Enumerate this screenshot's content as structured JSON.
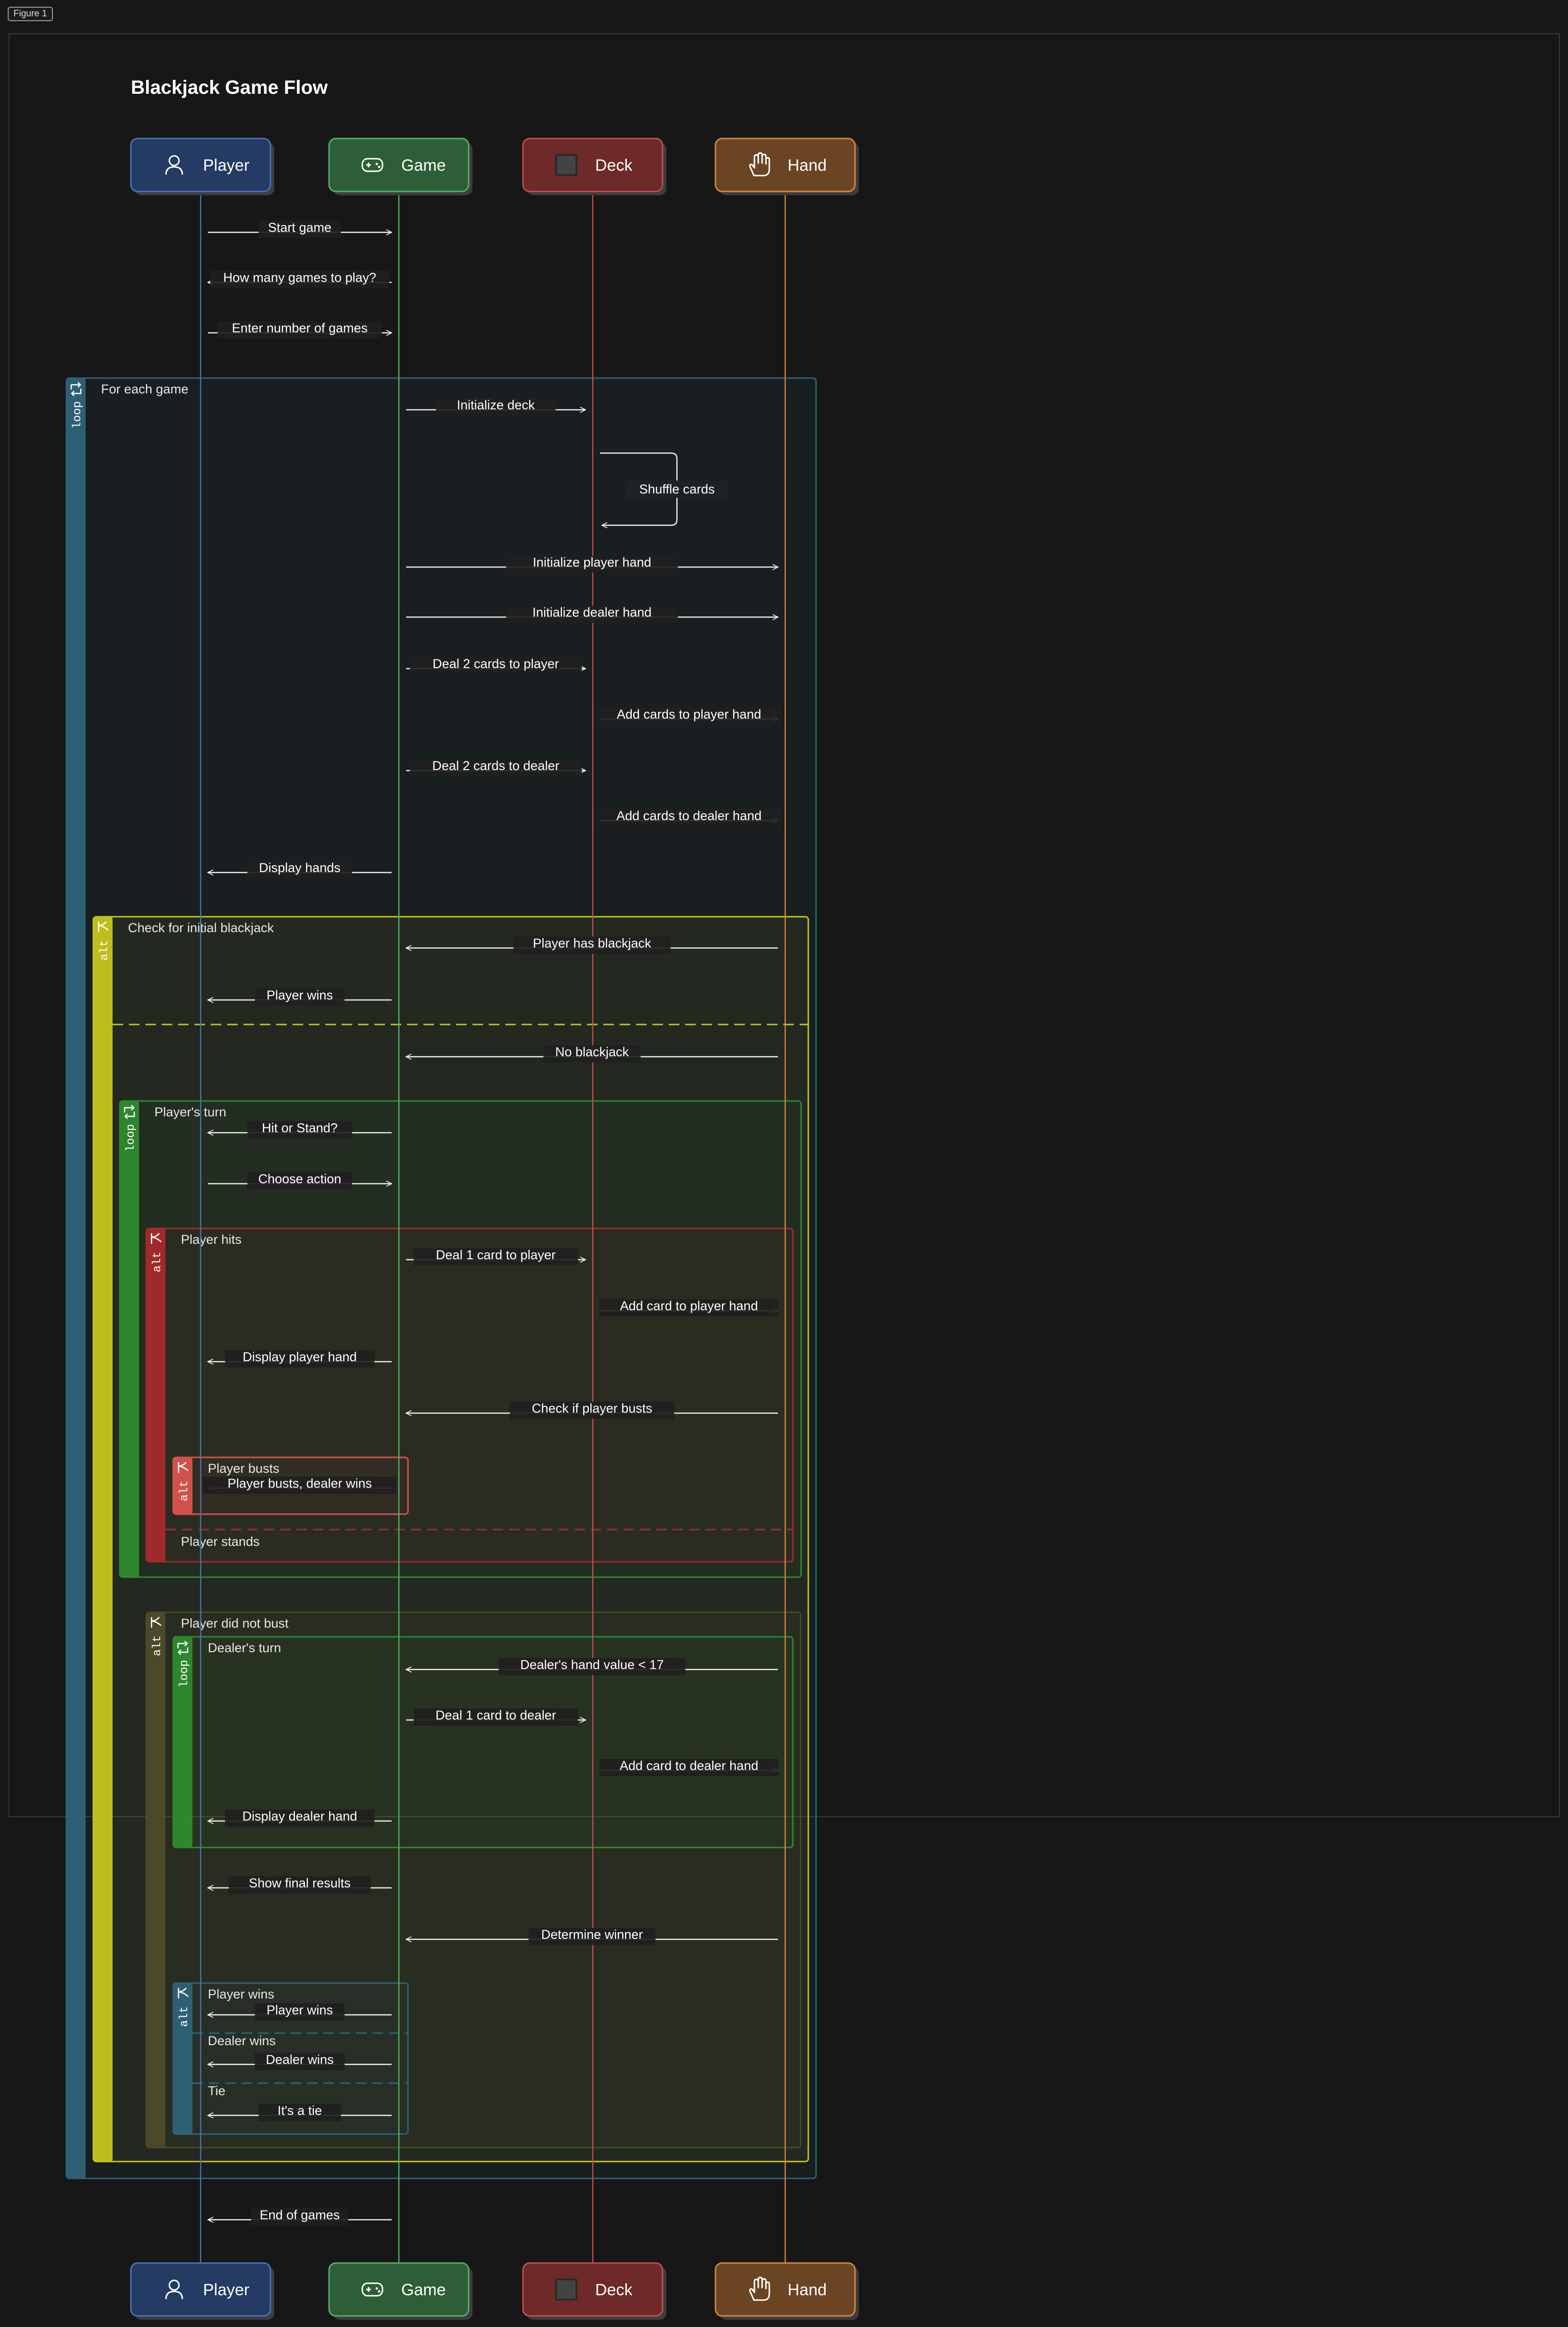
{
  "figure_tab": "Figure 1",
  "title": "Blackjack Game Flow",
  "colors": {
    "background": "#171717",
    "loop_outer": "#2e6378",
    "alt_yellow": "#c6c51c",
    "loop_green": "#2e8b2e",
    "alt_red": "#a52a2a",
    "alt_olive": "#4a4a2a"
  },
  "participants": [
    {
      "id": "player",
      "label": "Player",
      "icon": "user-icon",
      "fill": "#243b63",
      "border": "#4a72b8",
      "line": "#4a72b8"
    },
    {
      "id": "game",
      "label": "Game",
      "icon": "gamepad-icon",
      "fill": "#2d5e37",
      "border": "#55b067",
      "line": "#55b067"
    },
    {
      "id": "deck",
      "label": "Deck",
      "icon": "deck-icon",
      "fill": "#6d2a28",
      "border": "#c0504d",
      "line": "#c0504d"
    },
    {
      "id": "hand",
      "label": "Hand",
      "icon": "hand-icon",
      "fill": "#6b4424",
      "border": "#d2893e",
      "line": "#d2893e"
    }
  ],
  "messages": [
    {
      "from": "player",
      "to": "game",
      "text": "Start game"
    },
    {
      "from": "game",
      "to": "player",
      "text": "How many games to play?"
    },
    {
      "from": "player",
      "to": "game",
      "text": "Enter number of games"
    },
    {
      "from": "game",
      "to": "deck",
      "text": "Initialize deck"
    },
    {
      "self": "deck",
      "text": "Shuffle cards"
    },
    {
      "from": "game",
      "to": "hand",
      "text": "Initialize player hand"
    },
    {
      "from": "game",
      "to": "hand",
      "text": "Initialize dealer hand"
    },
    {
      "from": "game",
      "to": "deck",
      "text": "Deal 2 cards to player"
    },
    {
      "from": "deck",
      "to": "hand",
      "text": "Add cards to player hand"
    },
    {
      "from": "game",
      "to": "deck",
      "text": "Deal 2 cards to dealer"
    },
    {
      "from": "deck",
      "to": "hand",
      "text": "Add cards to dealer hand"
    },
    {
      "from": "game",
      "to": "player",
      "text": "Display hands"
    },
    {
      "from": "hand",
      "to": "game",
      "text": "Player has blackjack"
    },
    {
      "from": "game",
      "to": "player",
      "text": "Player wins"
    },
    {
      "from": "hand",
      "to": "game",
      "text": "No blackjack"
    },
    {
      "from": "game",
      "to": "player",
      "text": "Hit or Stand?"
    },
    {
      "from": "player",
      "to": "game",
      "text": "Choose action"
    },
    {
      "from": "game",
      "to": "deck",
      "text": "Deal 1 card to player"
    },
    {
      "from": "deck",
      "to": "hand",
      "text": "Add card to player hand"
    },
    {
      "from": "game",
      "to": "player",
      "text": "Display player hand"
    },
    {
      "from": "hand",
      "to": "game",
      "text": "Check if player busts"
    },
    {
      "from": "game",
      "to": "player",
      "text": "Player busts, dealer wins"
    },
    {
      "from": "hand",
      "to": "game",
      "text": "Dealer's hand value < 17"
    },
    {
      "from": "game",
      "to": "deck",
      "text": "Deal 1 card to dealer"
    },
    {
      "from": "deck",
      "to": "hand",
      "text": "Add card to dealer hand"
    },
    {
      "from": "game",
      "to": "player",
      "text": "Display dealer hand"
    },
    {
      "from": "game",
      "to": "player",
      "text": "Show final results"
    },
    {
      "from": "hand",
      "to": "game",
      "text": "Determine winner"
    },
    {
      "from": "game",
      "to": "player",
      "text": "Player wins"
    },
    {
      "from": "game",
      "to": "player",
      "text": "Dealer wins"
    },
    {
      "from": "game",
      "to": "player",
      "text": "It's a tie"
    },
    {
      "from": "game",
      "to": "player",
      "text": "End of games"
    }
  ],
  "fragments": [
    {
      "kind": "loop",
      "tag": "loop",
      "label": "For each game",
      "color": "#2e6378"
    },
    {
      "kind": "alt",
      "tag": "alt",
      "label": "Check for initial blackjack",
      "color": "#c6c51c"
    },
    {
      "kind": "loop",
      "tag": "loop",
      "label": "Player's turn",
      "color": "#2e8b2e"
    },
    {
      "kind": "alt",
      "tag": "alt",
      "label": "Player hits",
      "else_label": "Player stands",
      "color": "#a52a2a"
    },
    {
      "kind": "alt",
      "tag": "alt",
      "label": "Player busts",
      "color": "#d9534f"
    },
    {
      "kind": "alt",
      "tag": "alt",
      "label": "Player did not bust",
      "color": "#4a4a2a"
    },
    {
      "kind": "loop",
      "tag": "loop",
      "label": "Dealer's turn",
      "color": "#2e8b2e"
    },
    {
      "kind": "alt",
      "tag": "alt",
      "label": "Player wins",
      "else_labels": [
        "Dealer wins",
        "Tie"
      ],
      "color": "#2e6378"
    }
  ]
}
